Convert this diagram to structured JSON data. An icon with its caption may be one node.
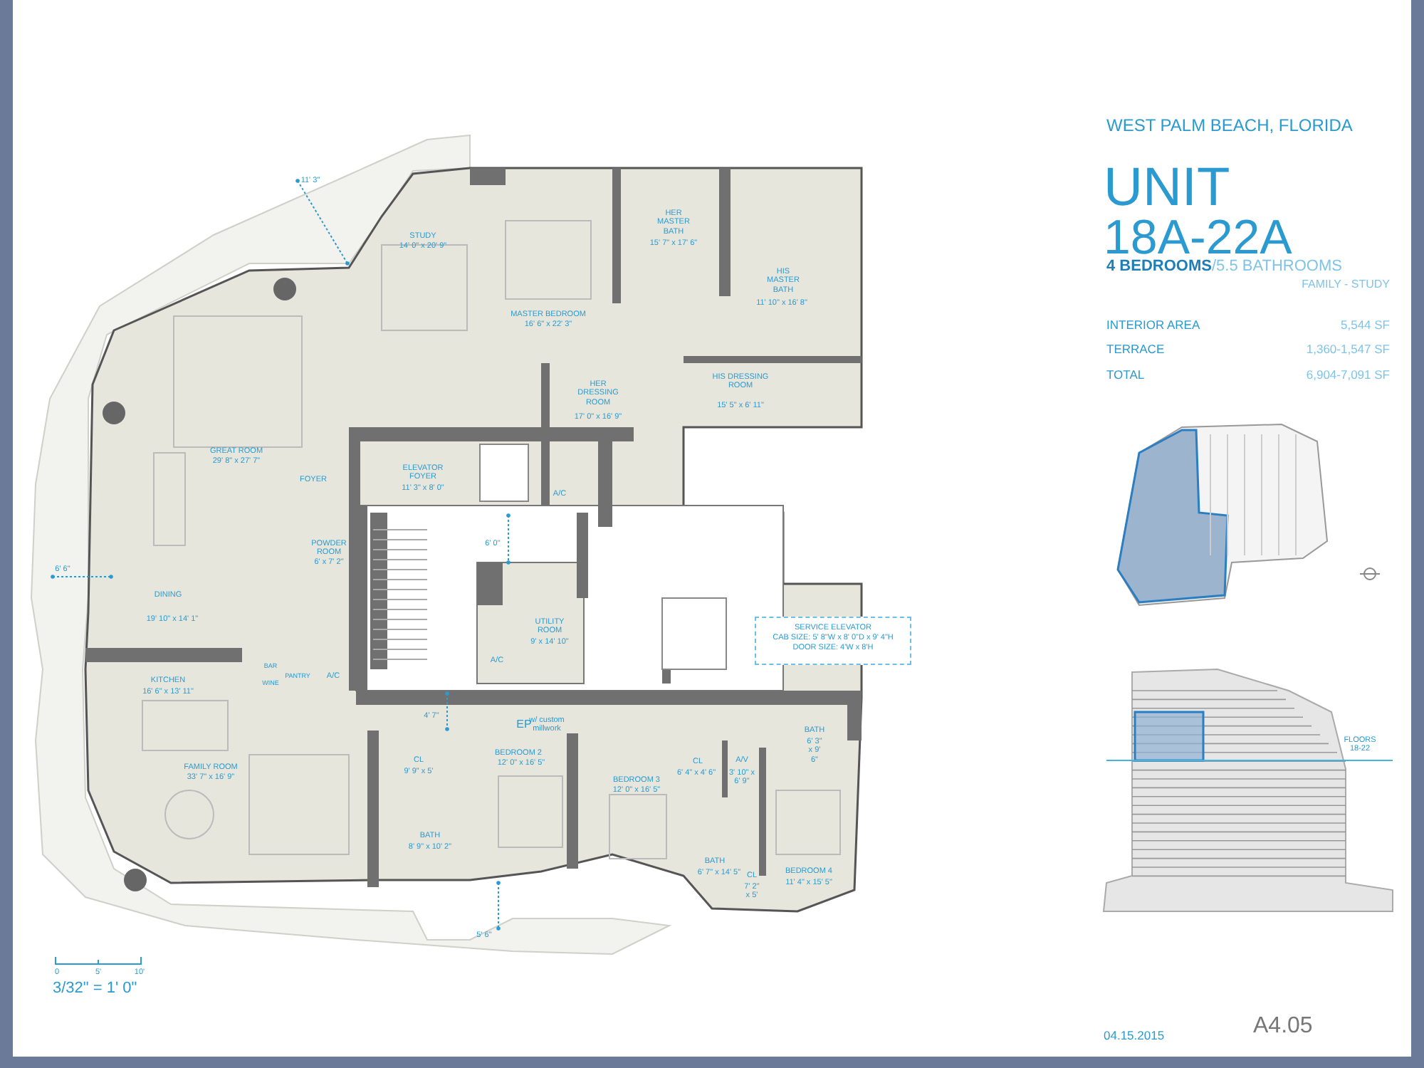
{
  "diagram": {
    "nodes": [
      {
        "text": [
          "SERVICE ELEVATOR",
          "CAB SIZE: 5' 8\"W x 8' 0\"D x 9' 4\"H",
          "DOOR SIZE: 4'W x 8'H"
        ]
      }
    ],
    "edges": [],
    "labels": [
      "WEST PALM BEACH, FLORIDA",
      "UNIT",
      "18A-22A",
      "**4 BEDROOMS**/5.5 BATHROOMS",
      "FAMILY - STUDY",
      "INTERIOR AREA",
      "5,544 SF",
      "TERRACE",
      "1,360-1,547 SF",
      "TOTAL",
      "6,904-7,091 SF",
      "11' 3\"",
      "STUDY",
      "14' 0\" x 20' 9\"",
      "MASTER BEDROOM",
      "16' 6\" x 22' 3\"",
      "HER MASTER BATH",
      "15' 7\" x 17' 6\"",
      "HIS MASTER BATH",
      "11' 10\" x 16' 8\"",
      "HER DRESSING ROOM",
      "17' 0\" x 16' 9\"",
      "HIS DRESSING ROOM",
      "15' 5\" x 6' 11\"",
      "GREAT ROOM",
      "29' 8\" x 27' 7\"",
      "FOYER",
      "ELEVATOR FOYER",
      "11' 3\" x 8' 0\"",
      "A/C",
      "POWDER ROOM",
      "6' 0\"",
      "6' x 7' 2\"",
      "6' 6\"",
      "DINING",
      "19' 10\" x 14' 1\"",
      "UTILITY ROOM",
      "9' x 14' 10\"",
      "A/C",
      "KITCHEN",
      "16' 6\" x 13' 11\"",
      "BAR",
      "WINE",
      "PANTRY",
      "A/C",
      "4' 7\"",
      "EP",
      "w/ custom millwork",
      "FAMILY ROOM",
      "33' 7\" x 16' 9\"",
      "CL",
      "9' 9\" x 5'",
      "BEDROOM 2",
      "12' 0\" x 16' 5\"",
      "BEDROOM 3",
      "12' 0\" x 16' 5\"",
      "CL",
      "6' 4\" x 4' 6\"",
      "A/V",
      "3' 10\" x 6' 9\"",
      "BATH",
      "6' 3\" x 9' 6\"",
      "BATH",
      "8' 9\" x 10' 2\"",
      "BATH",
      "6' 7\" x 14' 5\"",
      "CL",
      "7' 2\" x 5'",
      "BEDROOM 4",
      "11' 4\" x 15' 5\"",
      "5' 6\"",
      "FLOORS 18-22",
      "0",
      "5'",
      "10'",
      "3/32\" = 1' 0\"",
      "04.15.2015",
      "A4.05"
    ]
  }
}
